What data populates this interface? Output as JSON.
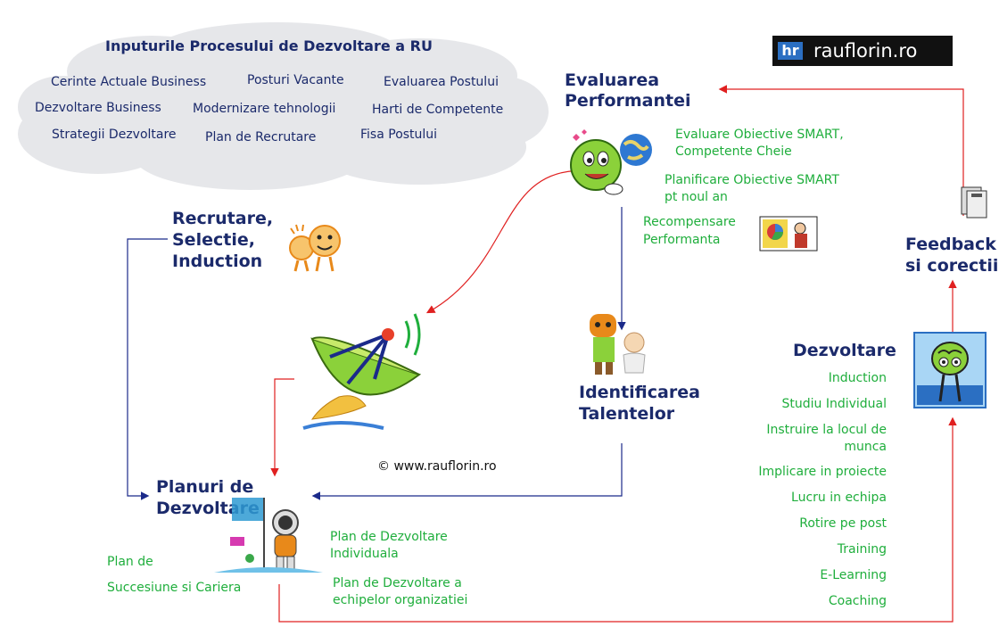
{
  "cloud": {
    "title": "Inputurile Procesului de Dezvoltare a RU",
    "items": [
      "Cerinte Actuale Business",
      "Posturi Vacante",
      "Evaluarea Postului",
      "Dezvoltare Business",
      "Modernizare tehnologii",
      "Harti de Competente",
      "Strategii Dezvoltare",
      "Plan de Recrutare",
      "Fisa  Postului"
    ]
  },
  "logo": {
    "badge": "hr",
    "text": "rauflorin.ro"
  },
  "performance": {
    "title_line1": "Evaluarea",
    "title_line2": "Performantei",
    "items": [
      "Evaluare Obiective SMART,",
      "Competente Cheie",
      "Planificare Obiective SMART",
      "pt noul an",
      "Recompensare",
      "Performanta"
    ]
  },
  "recruitment": {
    "line1": "Recrutare,",
    "line2": "Selectie,",
    "line3": "Induction"
  },
  "feedback": {
    "line1": "Feedback",
    "line2": "si corectii"
  },
  "talent": {
    "line1": "Identificarea",
    "line2": "Talentelor"
  },
  "copyright": "© www.rauflorin.ro",
  "plans": {
    "title_line1": "Planuri de",
    "title_line2": "Dezvoltare",
    "left": [
      "Plan de",
      "Succesiune si Cariera"
    ],
    "right": [
      "Plan de Dezvoltare",
      "Individuala",
      "Plan de Dezvoltare a",
      "echipelor organizatiei"
    ]
  },
  "development": {
    "title": "Dezvoltare",
    "items": [
      "Induction",
      "Studiu Individual",
      "Instruire la locul de",
      "munca",
      "Implicare in proiecte",
      "Lucru in echipa",
      "Rotire pe post",
      "Training",
      "E-Learning",
      "Coaching"
    ]
  },
  "colors": {
    "navy": "#1b2a6b",
    "green": "#1fae3c",
    "red": "#e02020",
    "blue": "#1b2a8a"
  }
}
